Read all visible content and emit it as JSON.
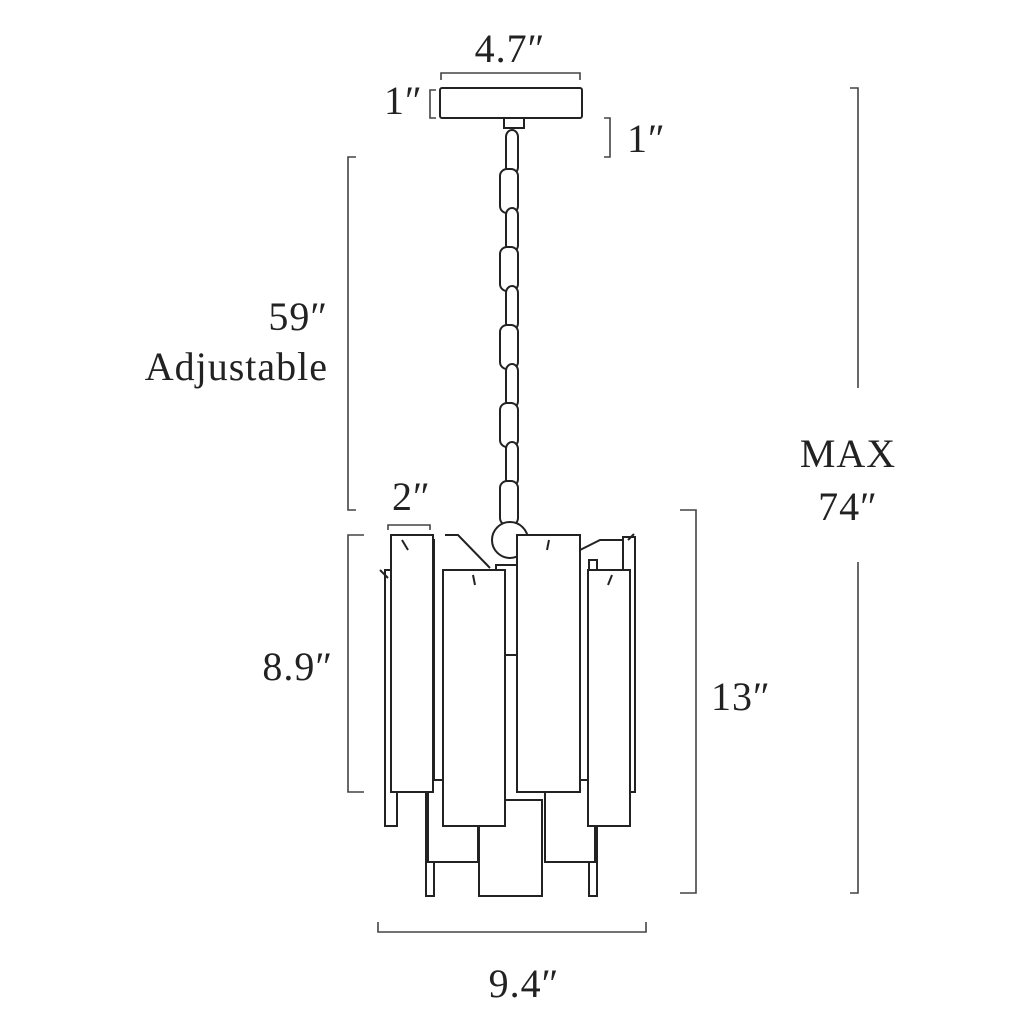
{
  "dimensions": {
    "canopy_width": "4.7″",
    "canopy_height": "1″",
    "canopy_stem": "1″",
    "chain_length": "59″",
    "chain_note": "Adjustable",
    "panel_width": "2″",
    "panel_height": "8.9″",
    "fixture_height": "13″",
    "max_label": "MAX",
    "max_height": "74″",
    "fixture_width": "9.4″"
  }
}
